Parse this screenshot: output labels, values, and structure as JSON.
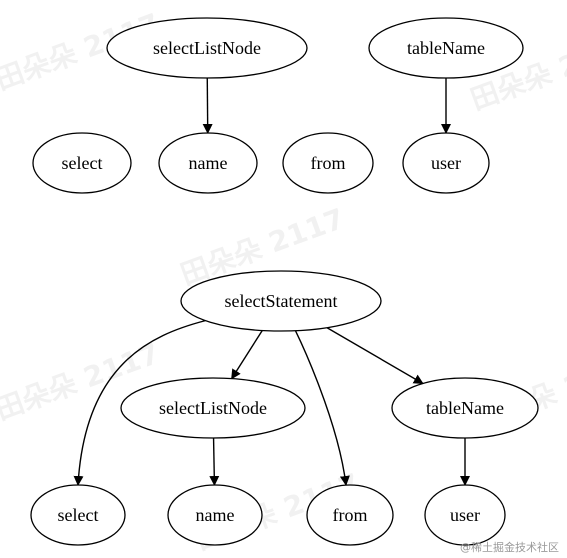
{
  "watermark_text": "田朵朵 2117",
  "credit": "@稀土掘金技术社区",
  "colors": {
    "stroke": "#000000",
    "fill": "#ffffff",
    "watermark": "#d8d8d8"
  },
  "graphs": [
    {
      "name": "top",
      "nodes": [
        {
          "id": "t_selectListNode",
          "label": "selectListNode"
        },
        {
          "id": "t_tableName",
          "label": "tableName"
        },
        {
          "id": "t_select",
          "label": "select"
        },
        {
          "id": "t_name",
          "label": "name"
        },
        {
          "id": "t_from",
          "label": "from"
        },
        {
          "id": "t_user",
          "label": "user"
        }
      ],
      "edges": [
        {
          "from": "t_selectListNode",
          "to": "t_name"
        },
        {
          "from": "t_tableName",
          "to": "t_user"
        }
      ]
    },
    {
      "name": "bottom",
      "nodes": [
        {
          "id": "b_selectStatement",
          "label": "selectStatement"
        },
        {
          "id": "b_selectListNode",
          "label": "selectListNode"
        },
        {
          "id": "b_tableName",
          "label": "tableName"
        },
        {
          "id": "b_select",
          "label": "select"
        },
        {
          "id": "b_name",
          "label": "name"
        },
        {
          "id": "b_from",
          "label": "from"
        },
        {
          "id": "b_user",
          "label": "user"
        }
      ],
      "edges": [
        {
          "from": "b_selectStatement",
          "to": "b_selectListNode"
        },
        {
          "from": "b_selectStatement",
          "to": "b_tableName"
        },
        {
          "from": "b_selectStatement",
          "to": "b_select"
        },
        {
          "from": "b_selectStatement",
          "to": "b_from"
        },
        {
          "from": "b_selectListNode",
          "to": "b_name"
        },
        {
          "from": "b_tableName",
          "to": "b_user"
        }
      ]
    }
  ]
}
